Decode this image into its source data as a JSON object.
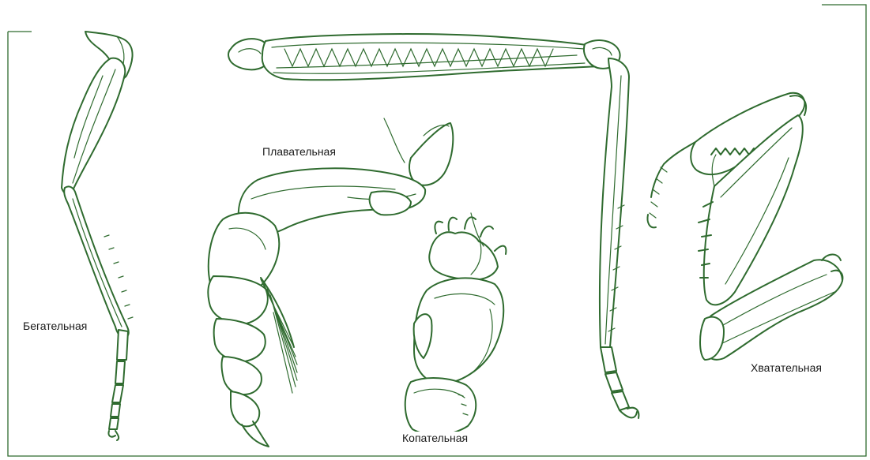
{
  "labels": {
    "running": "Бегательная",
    "swimming": "Плавательная",
    "digging": "Копательная",
    "grasping": "Хватательная"
  },
  "colors": {
    "ink": "#2f6b2f",
    "background": "#ffffff",
    "text": "#1a1a1a"
  }
}
